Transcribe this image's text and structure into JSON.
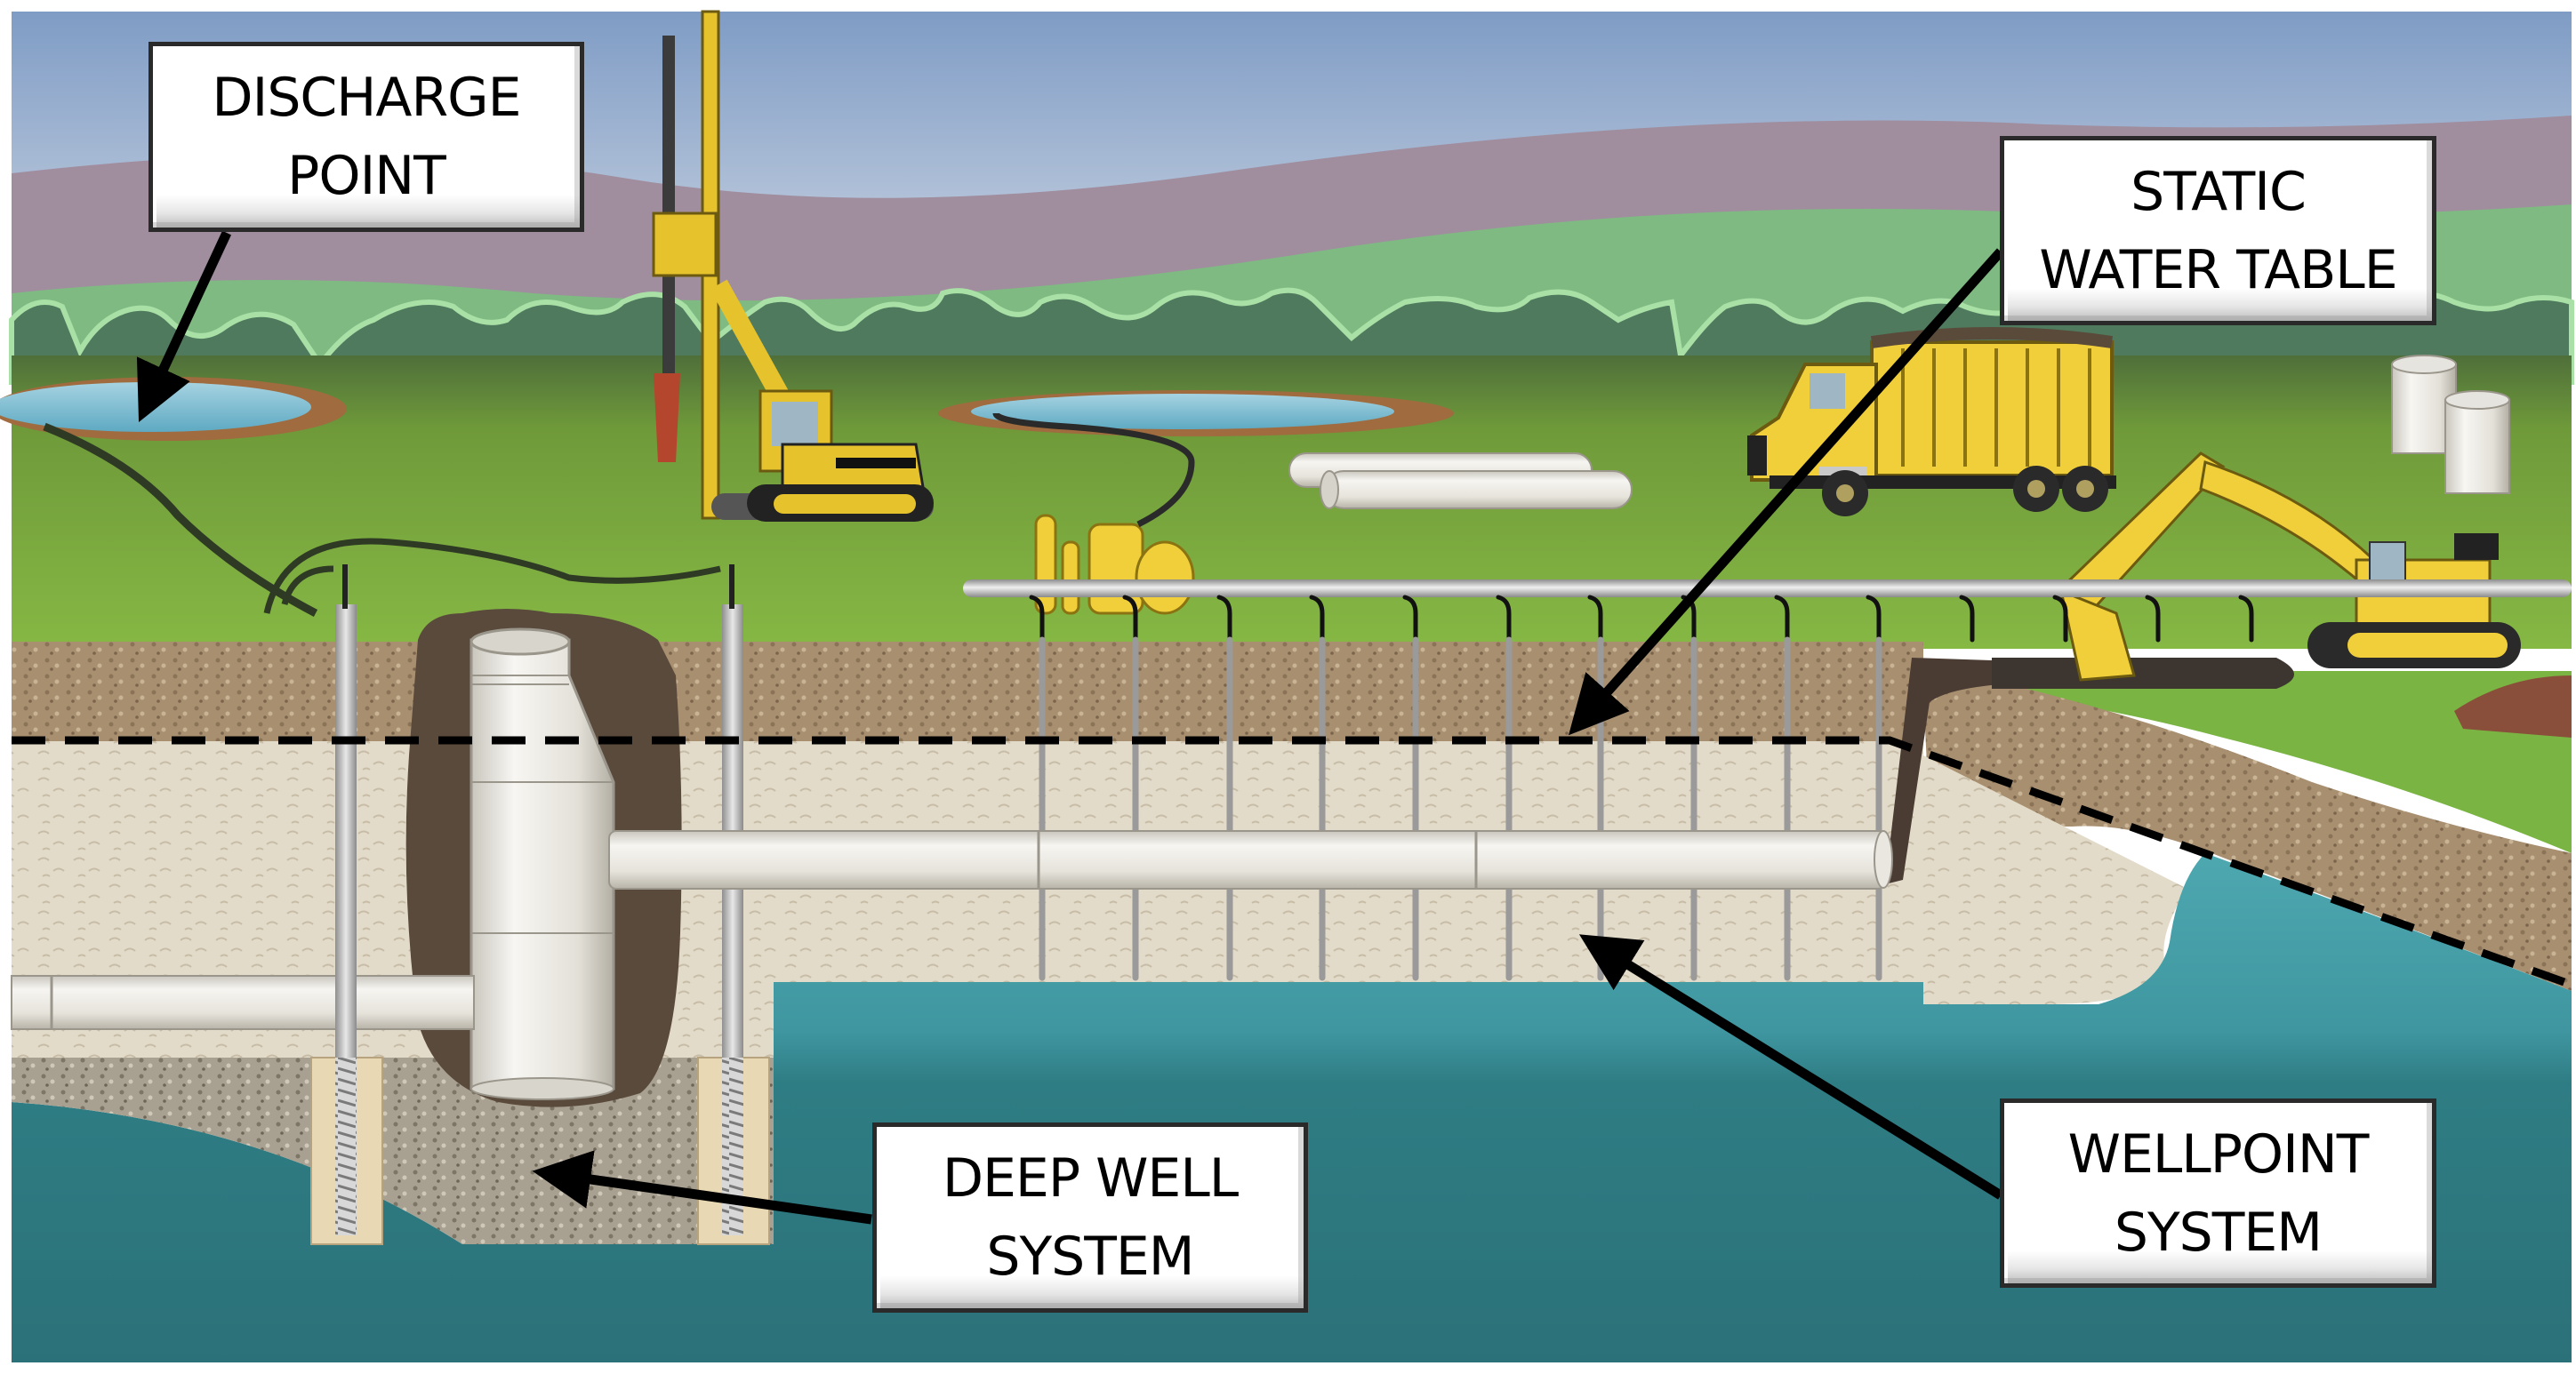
{
  "diagram": {
    "title": "Dewatering systems cross-section",
    "labels": {
      "discharge_point": {
        "line1": "DISCHARGE",
        "line2": "POINT"
      },
      "static_water_table": {
        "line1": "STATIC",
        "line2": "WATER TABLE"
      },
      "deep_well_system": {
        "line1": "DEEP WELL",
        "line2": "SYSTEM"
      },
      "wellpoint_system": {
        "line1": "WELLPOINT",
        "line2": "SYSTEM"
      }
    },
    "elements": [
      "sky",
      "distant-hills",
      "treeline",
      "grass-field",
      "discharge-pond-left",
      "discharge-pond-center",
      "drill-rig",
      "dump-truck",
      "excavator",
      "pump-unit",
      "stacked-pipes",
      "well-rings",
      "wellpoint-header-pipe",
      "wellpoint-risers",
      "deep-well-casing",
      "observation-wells",
      "horizontal-collector-pipe",
      "left-discharge-pipe",
      "static-water-table-line",
      "groundwater",
      "soil-layers"
    ],
    "colors": {
      "sky_top": "#7f9cc5",
      "sky_bottom": "#dde3ea",
      "hills": "#a08d9e",
      "light_hill": "#7fba82",
      "treeline": "#4f7a5e",
      "grass": "#7dae3e",
      "topsoil": "#a38b6c",
      "sand": "#e3dbc9",
      "gravel": "#a69d8e",
      "water_light": "#4ba4ad",
      "water_dark": "#2e7a80",
      "machinery_yellow": "#f0cf2e",
      "pipe_white": "#ecebe6",
      "label_border": "#2a2a2a",
      "arrow": "#000000"
    }
  }
}
